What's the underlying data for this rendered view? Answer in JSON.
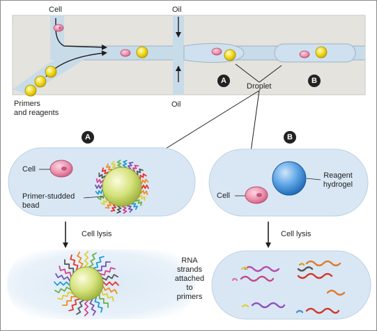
{
  "top": {
    "cell_label": "Cell",
    "oil_top_label": "Oil",
    "oil_bottom_label": "Oil",
    "primers_label": "Primers\nand reagents",
    "droplet_label": "Droplet",
    "badge_a": "A",
    "badge_b": "B"
  },
  "panel_a": {
    "badge": "A",
    "cell_label": "Cell",
    "bead_label": "Primer-studded\nbead",
    "step_label": "Cell lysis"
  },
  "panel_b": {
    "badge": "B",
    "cell_label": "Cell",
    "hydrogel_label": "Reagent\nhydrogel",
    "step_label": "Cell lysis"
  },
  "rna_label": "RNA\nstrands\nattached\nto\nprimers",
  "colors": {
    "chip_background": "#e4e3de",
    "channel": "#c8dbe9",
    "droplet_fill": "#d9e7f4",
    "bead_yellow": "#f2d90c",
    "cell_pink": "#e78aa5",
    "hydrogel_blue": "#4a90d9",
    "badge_dark": "#222222"
  }
}
